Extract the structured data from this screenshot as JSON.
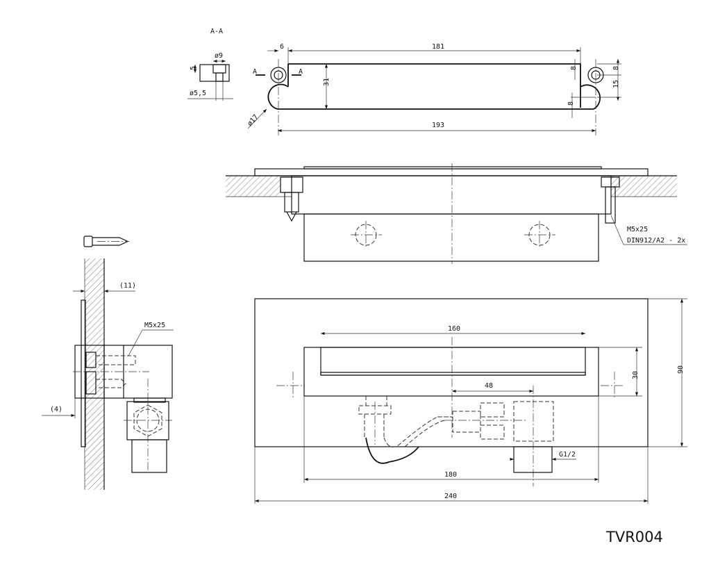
{
  "section": {
    "label": "A-A",
    "dims": {
      "dia9": "ø9",
      "depth5": "5",
      "dia5_5": "ø5,5"
    },
    "cut_left": "A",
    "cut_right": "A"
  },
  "top_view": {
    "dims": {
      "d6": "6",
      "d181": "181",
      "d193": "193",
      "d31": "31",
      "d8a": "8",
      "d8b": "8",
      "d15": "15",
      "d8c": "8",
      "dia17": "ø17"
    }
  },
  "side_view": {
    "screw_label": "M5x25",
    "screw_spec": "DIN912/A2 - 2x"
  },
  "left_view": {
    "dim11": "(11)",
    "dim4": "(4)",
    "screw_label": "M5x25"
  },
  "plan_view": {
    "dims": {
      "d160": "160",
      "d30": "30",
      "d90": "90",
      "d48": "48",
      "d180": "180",
      "d240": "240",
      "thread": "G1/2"
    }
  },
  "drawing_number": "TVR004"
}
